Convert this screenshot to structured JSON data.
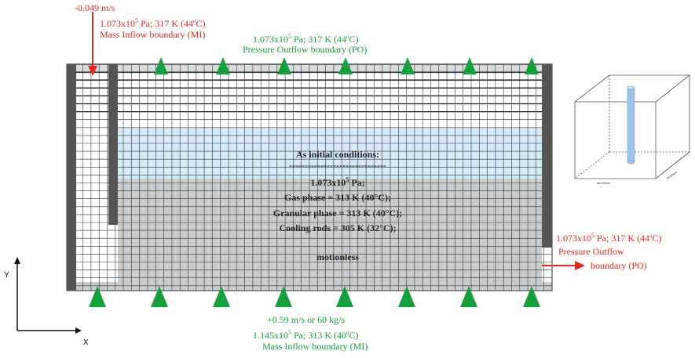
{
  "labels": {
    "top_velocity": "-0.049 m/s",
    "mi_top_pressure": "1.073x10",
    "mi_top_pressure_rest": " Pa; 317 K (44",
    "mi_top_pressure_end": "C)",
    "mi_top_name": "Mass Inflow boundary (MI)",
    "po_top_pressure": "1.073x10",
    "po_top_pressure_rest": " Pa; 317 K (44",
    "po_top_pressure_end": "C)",
    "po_top_name": "Pressure Outflow boundary (PO)",
    "po_right_pressure": "1.073x10",
    "po_right_pressure_rest": " Pa; 317 K (44",
    "po_right_pressure_end": "C)",
    "po_right_name_1": "Pressure Outflow",
    "po_right_name_2": "boundary (PO)",
    "bottom_velocity": "+0.59 m/s or 60 kg/s",
    "mi_bottom_pressure": "1.145x10",
    "mi_bottom_pressure_rest": " Pa; 313 K (40",
    "mi_bottom_pressure_end": "C)",
    "mi_bottom_name": "Mass Inflow boundary (MI)",
    "exp": "5",
    "deg": "o"
  },
  "initial_conditions": {
    "title": "As initial conditions:",
    "separator": "-------------------------------",
    "pressure": "1.073x10",
    "pressure_exp": "5",
    "pressure_unit": " Pa;",
    "gas": "Gas phase = 313 K (40°C);",
    "granular": "Granular phase = 313 K (40°C);",
    "rods": "Cooling rods = 305 K (32°C);",
    "motion": "motionless"
  },
  "axes": {
    "y": "Y",
    "x": "X"
  },
  "inset": {
    "label_width": "Ax=20cm",
    "label_depth": "Δ=20cm"
  },
  "colors": {
    "red": "#e8281e",
    "green": "#13a13b",
    "gas": "#d4eaf6",
    "granular": "#c5c9cc",
    "wall": "#555555"
  }
}
